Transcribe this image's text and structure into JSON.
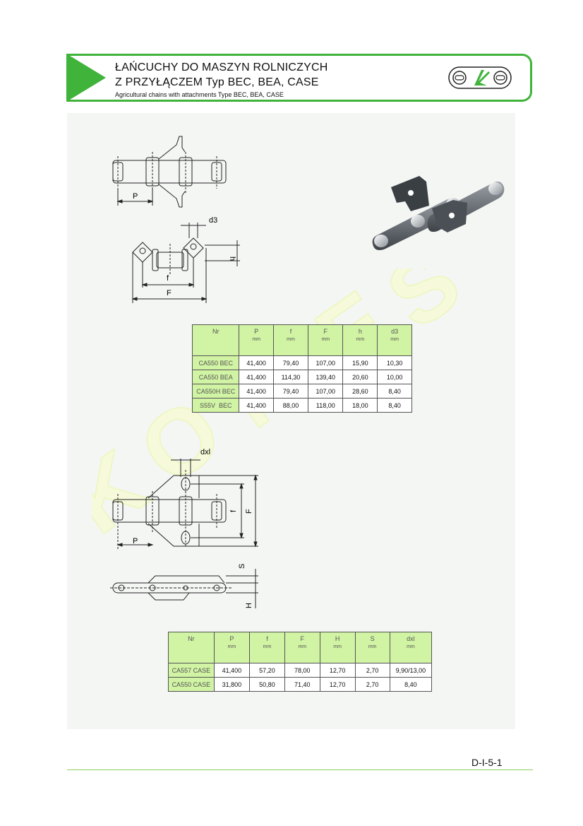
{
  "header": {
    "title_line1": "ŁAŃCUCHY DO MASZYN ROLNICZYCH",
    "title_line2": "Z PRZYŁĄCZEM Typ BEC, BEA, CASE",
    "subtitle": "Agricultural chains with attachments Type BEC, BEA, CASE"
  },
  "drawing_labels": {
    "top_p": "P",
    "top_d3": "d3",
    "top_h": "h",
    "top_f": "f",
    "top_F": "F",
    "bottom_dxl": "dxl",
    "bottom_f": "f",
    "bottom_F": "F",
    "bottom_p": "P",
    "bottom_S": "S",
    "bottom_H": "H"
  },
  "table1": {
    "headers": [
      {
        "label": "Nr",
        "unit": ""
      },
      {
        "label": "P",
        "unit": "mm"
      },
      {
        "label": "f",
        "unit": "mm"
      },
      {
        "label": "F",
        "unit": "mm"
      },
      {
        "label": "h",
        "unit": "mm"
      },
      {
        "label": "d3",
        "unit": "mm"
      }
    ],
    "rows": [
      [
        "CA550 BEC",
        "41,400",
        "79,40",
        "107,00",
        "15,90",
        "10,30"
      ],
      [
        "CA550 BEA",
        "41,400",
        "114,30",
        "139,40",
        "20,60",
        "10,00"
      ],
      [
        "CA550H BEC",
        "41,400",
        "79,40",
        "107,00",
        "28,60",
        "8,40"
      ],
      [
        "S55V  BEC",
        "41,400",
        "88,00",
        "118,00",
        "18,00",
        "8,40"
      ]
    ]
  },
  "table2": {
    "headers": [
      {
        "label": "Nr",
        "unit": ""
      },
      {
        "label": "P",
        "unit": "mm"
      },
      {
        "label": "f",
        "unit": "mm"
      },
      {
        "label": "F",
        "unit": "mm"
      },
      {
        "label": "H",
        "unit": "mm"
      },
      {
        "label": "S",
        "unit": "mm"
      },
      {
        "label": "dxl",
        "unit": "mm"
      }
    ],
    "rows": [
      [
        "CA557 CASE",
        "41,400",
        "57,20",
        "78,00",
        "12,70",
        "2,70",
        "9,90/13,00"
      ],
      [
        "CA550 CASE",
        "31,800",
        "50,80",
        "71,40",
        "12,70",
        "2,70",
        "8,40"
      ]
    ]
  },
  "page_number": "D-I-5-1",
  "colors": {
    "accent_green": "#3fb33a",
    "header_cell_green": "#d0f3a4"
  }
}
